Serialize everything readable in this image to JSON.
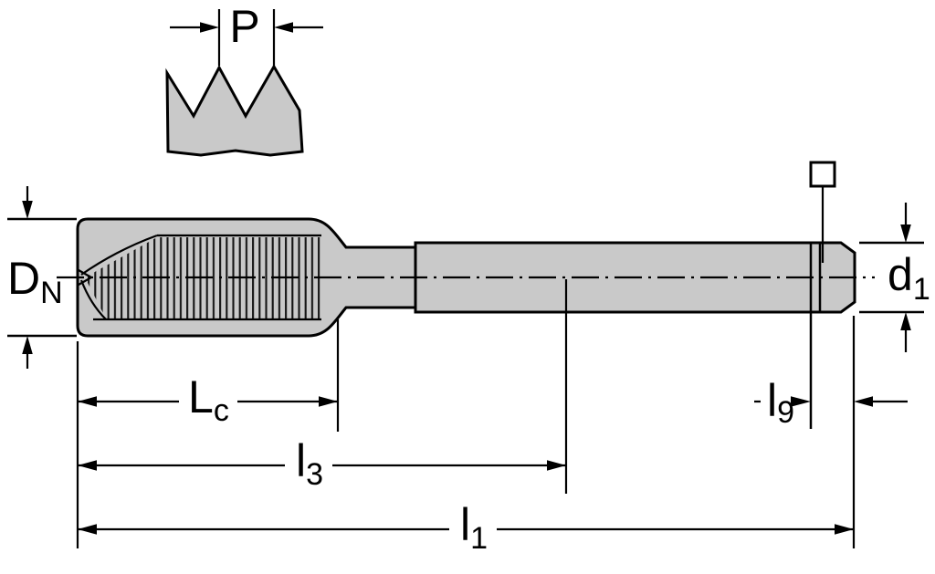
{
  "drawing": {
    "kind": "technical-dimension-drawing",
    "subject": "machine-tap-side-view"
  },
  "labels": {
    "pitch": "P",
    "nominal_diameter": {
      "main": "D",
      "sub": "N"
    },
    "chamfer_length": {
      "main": "L",
      "sub": "c"
    },
    "thread_length": {
      "main": "l",
      "sub": "3"
    },
    "overall_length": {
      "main": "l",
      "sub": "1"
    },
    "square_length": {
      "main": "l",
      "sub": "9"
    },
    "shank_diameter": {
      "main": "d",
      "sub": "1"
    }
  },
  "symbols": {
    "square_drive": "square-outline"
  },
  "colors": {
    "body_fill": "#c9c9c9",
    "line": "#000000",
    "background": "#ffffff"
  }
}
